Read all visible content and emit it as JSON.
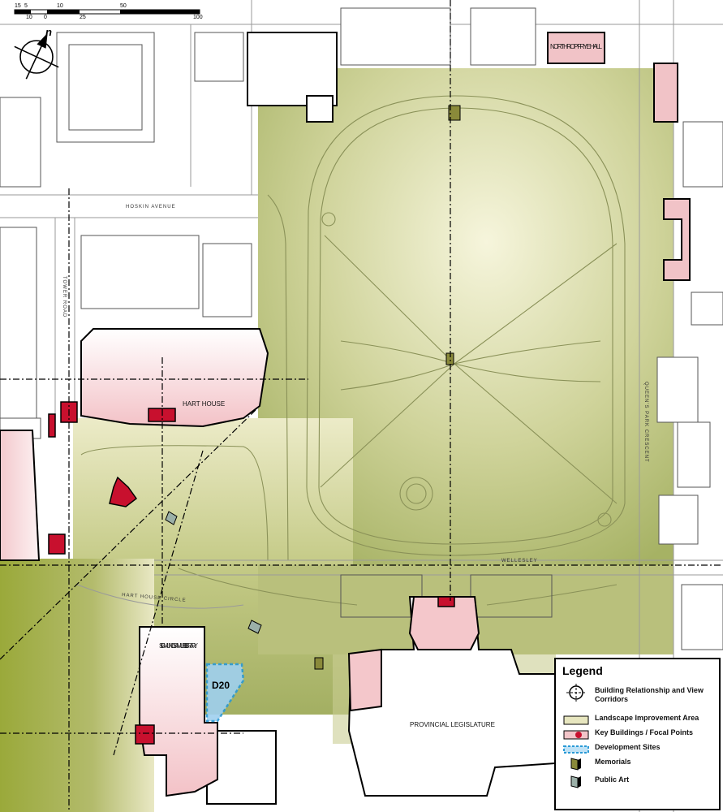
{
  "map": {
    "scale_bar": {
      "ticks": [
        "15",
        "5",
        "10",
        "25",
        "50",
        "100"
      ],
      "sub_ticks": [
        "10",
        "0"
      ]
    },
    "north_arrow": {
      "label": "n"
    },
    "streets": [
      "HOSKIN AVENUE",
      "TOWER ROAD",
      "QUEEN'S PARK CRESCENT",
      "WELLESLEY",
      "HART HOUSE CIRCLE"
    ],
    "buildings": [
      "NORTHROP FRYE HALL",
      "HART HOUSE",
      "SIGMUND SAMUEL LIBRARY",
      "PROVINCIAL LEGISLATURE"
    ],
    "development_site": "D20",
    "colors": {
      "landscape": "#a9b56b",
      "landscape_light": "#f4f3d6",
      "key_building": "#c8102e",
      "key_building_pale": "#f2c4c8",
      "development": "#2a9ad6",
      "memorial": "#8a8a3a",
      "public_art": "#9bb0a8"
    }
  },
  "legend": {
    "title": "Legend",
    "items": [
      {
        "label": "Building Relationship and View Corridors",
        "icon": "crosshair-icon"
      },
      {
        "label": "Landscape Improvement Area",
        "icon": "landscape-swatch"
      },
      {
        "label": "Key Buildings / Focal Points",
        "icon": "key-building-swatch"
      },
      {
        "label": "Development Sites",
        "icon": "dashed-blue-swatch"
      },
      {
        "label": "Memorials",
        "icon": "memorial-icon"
      },
      {
        "label": "Public Art",
        "icon": "public-art-icon"
      }
    ]
  }
}
